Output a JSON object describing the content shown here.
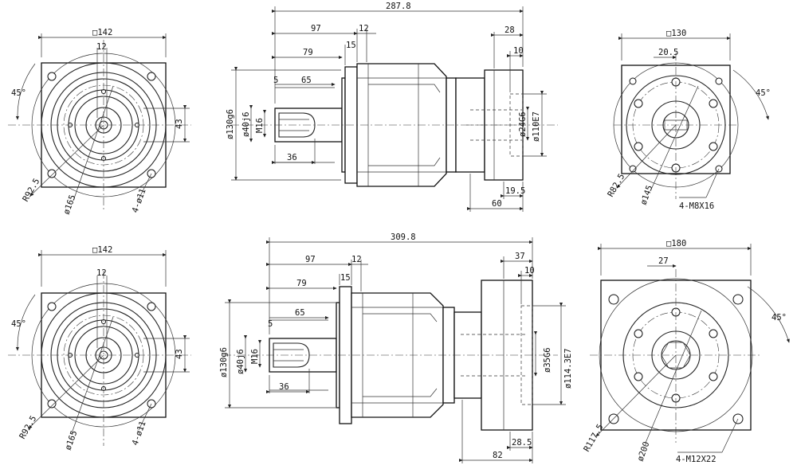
{
  "drawing": {
    "top_left_view": {
      "square": "□142",
      "key_width": "12",
      "angle": "45°",
      "height": "43",
      "radius": "R92.5",
      "pcd": "ø165",
      "holes": "4-ø11"
    },
    "top_side_view": {
      "overall": "287.8",
      "d97": "97",
      "d12": "12",
      "d79": "79",
      "d15": "15",
      "d5": "5",
      "d65": "65",
      "d36": "36",
      "d28": "28",
      "d10": "10",
      "d19_5": "19.5",
      "d60": "60",
      "dia130": "ø130g6",
      "dia40": "ø40j6",
      "thread": "M16",
      "dia24": "ø24G6",
      "dia110": "ø110E7"
    },
    "top_right_view": {
      "square": "□130",
      "offset": "20.5",
      "angle": "45°",
      "radius": "R82.5",
      "pcd": "ø145",
      "holes": "4-M8X16"
    },
    "bottom_left_view": {
      "square": "□142",
      "key_width": "12",
      "angle": "45°",
      "height": "43",
      "radius": "R92.5",
      "pcd": "ø165",
      "holes": "4-ø11"
    },
    "bottom_side_view": {
      "overall": "309.8",
      "d97": "97",
      "d12": "12",
      "d79": "79",
      "d15": "15",
      "d5": "5",
      "d65": "65",
      "d36": "36",
      "d37": "37",
      "d10": "10",
      "d28_5": "28.5",
      "d82": "82",
      "dia130": "ø130g6",
      "dia40": "ø40j6",
      "thread": "M16",
      "dia35": "ø35G6",
      "dia114": "ø114.3E7"
    },
    "bottom_right_view": {
      "square": "□180",
      "offset": "27",
      "angle": "45°",
      "radius": "R117.5",
      "pcd": "ø200",
      "holes": "4-M12X22"
    }
  }
}
